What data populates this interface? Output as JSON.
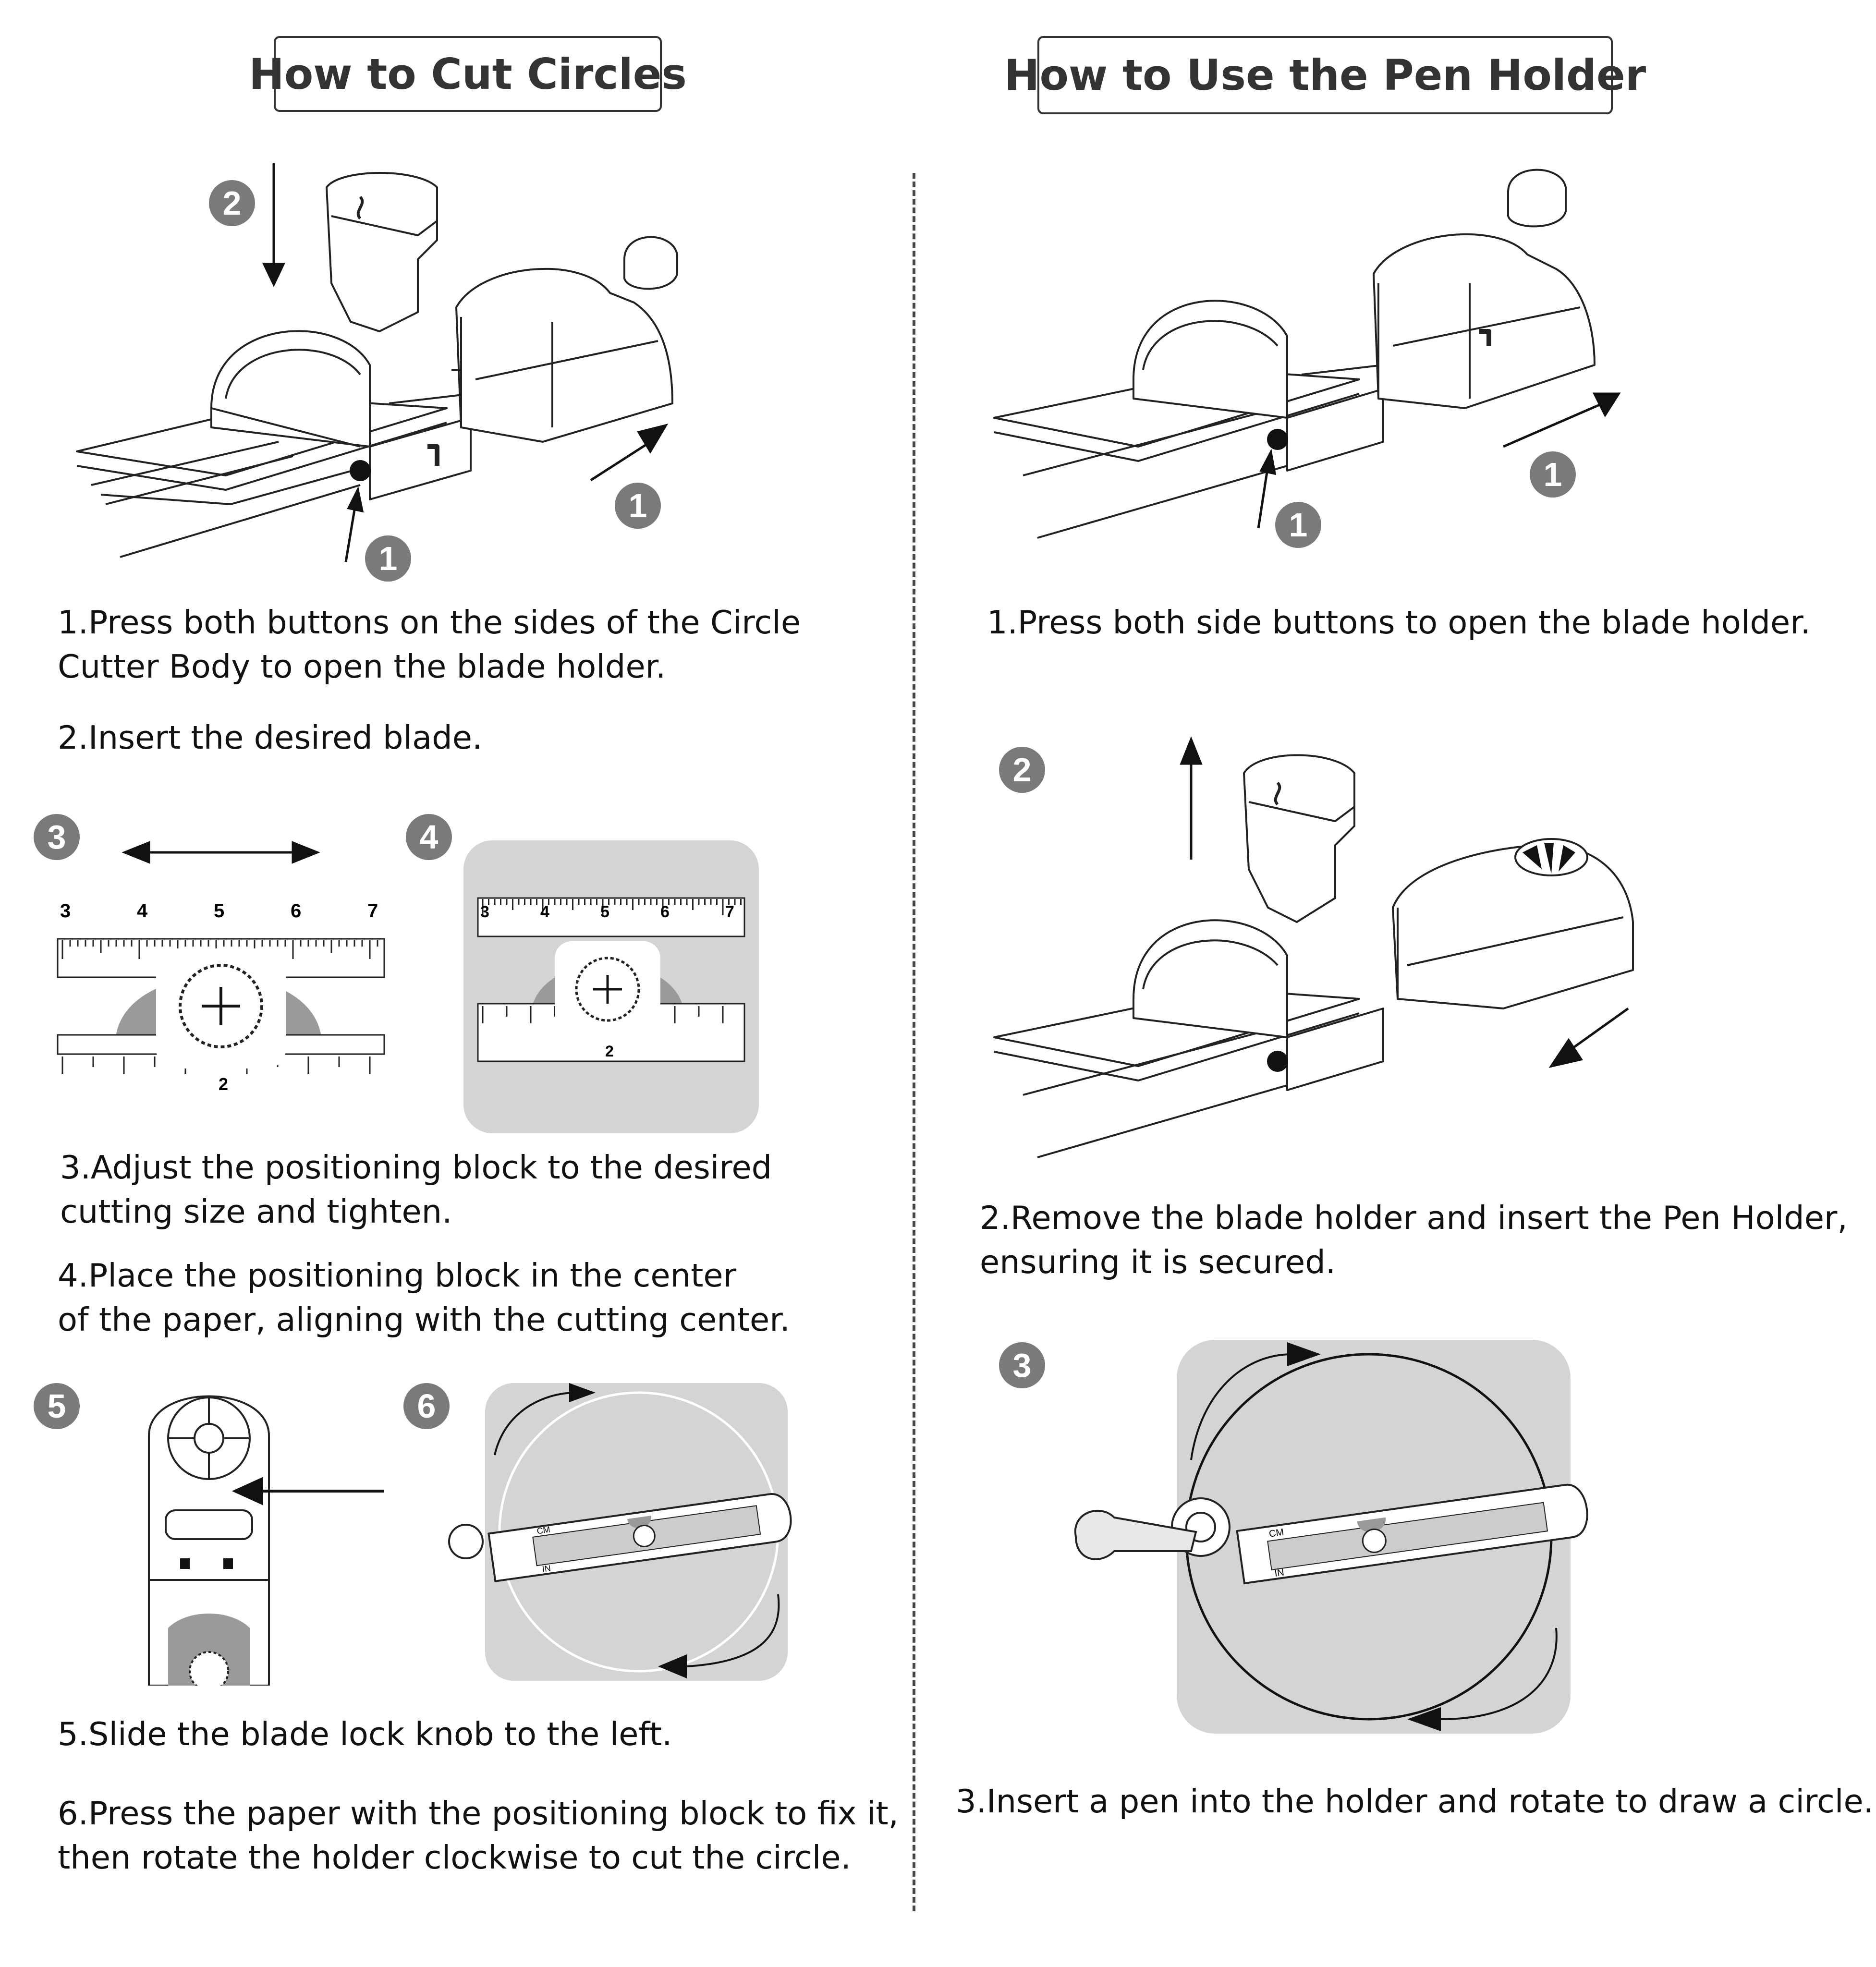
{
  "left": {
    "title": "How to Cut Circles",
    "badges": [
      "2",
      "1",
      "1",
      "3",
      "4",
      "5",
      "6"
    ],
    "steps": [
      "1.Press both buttons on the sides of the Circle\n   Cutter Body to open the blade holder.",
      "2.Insert the desired blade.",
      "3.Adjust the positioning block to the desired\n   cutting size and tighten.",
      "4.Place the positioning block in the center\n   of the paper, aligning with the cutting center.",
      "5.Slide the blade lock knob to the left.",
      "6.Press the paper with the positioning block to fix it,\n   then rotate the holder clockwise to cut the circle."
    ],
    "ruler3": {
      "top_ticks": [
        "3",
        "4",
        "5",
        "6",
        "7"
      ],
      "bottom_tick": "2"
    },
    "ruler4": {
      "top_ticks": [
        "3",
        "4",
        "5",
        "6",
        "7"
      ],
      "bottom_tick": "2"
    }
  },
  "right": {
    "title": "How to Use the Pen Holder",
    "badges": [
      "1",
      "1",
      "2",
      "3"
    ],
    "steps": [
      "1.Press both side buttons to open the blade holder.",
      "2.Remove the blade holder and insert the Pen Holder,\n   ensuring it is secured.",
      "3.Insert a pen into the holder and rotate to draw a circle."
    ]
  },
  "ruler_labels": {
    "cm": "CM",
    "in": "IN"
  },
  "colors": {
    "badge": "#7a7a7a",
    "panel": "#d4d4d4",
    "line": "#222222"
  }
}
